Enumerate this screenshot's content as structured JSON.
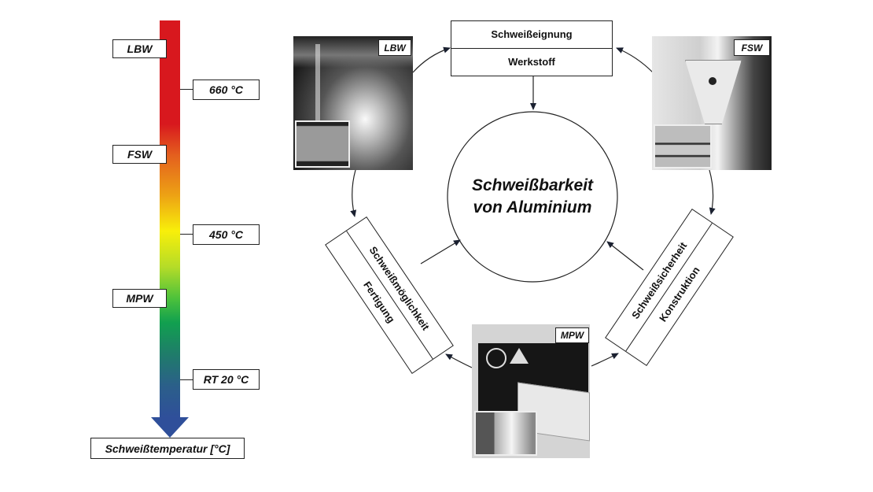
{
  "temperature_scale": {
    "axis_label": "Schweißtemperatur [°C]",
    "processes": [
      {
        "label": "LBW"
      },
      {
        "label": "FSW"
      },
      {
        "label": "MPW"
      }
    ],
    "ticks": [
      {
        "label": "660 °C"
      },
      {
        "label": "450 °C"
      },
      {
        "label": "RT 20 °C"
      }
    ],
    "gradient": [
      "#d8181e",
      "#eda214",
      "#f8ef0a",
      "#4cc13b",
      "#11a04f",
      "#2f4f9a"
    ]
  },
  "cycle": {
    "center": {
      "line1": "Schweißbarkeit",
      "line2": "von Aluminium"
    },
    "top_box": {
      "upper": "Schweißeignung",
      "lower": "Werkstoff"
    },
    "left_box": {
      "upper": "Schweißmöglichkeit",
      "lower": "Fertigung"
    },
    "right_box": {
      "upper": "Schweißsicherheit",
      "lower": "Konstruktion"
    },
    "photos": [
      {
        "label": "LBW",
        "icon": "laser-welding-photo"
      },
      {
        "label": "FSW",
        "icon": "friction-stir-welding-photo"
      },
      {
        "label": "MPW",
        "icon": "magnetic-pulse-welding-photo"
      }
    ]
  }
}
